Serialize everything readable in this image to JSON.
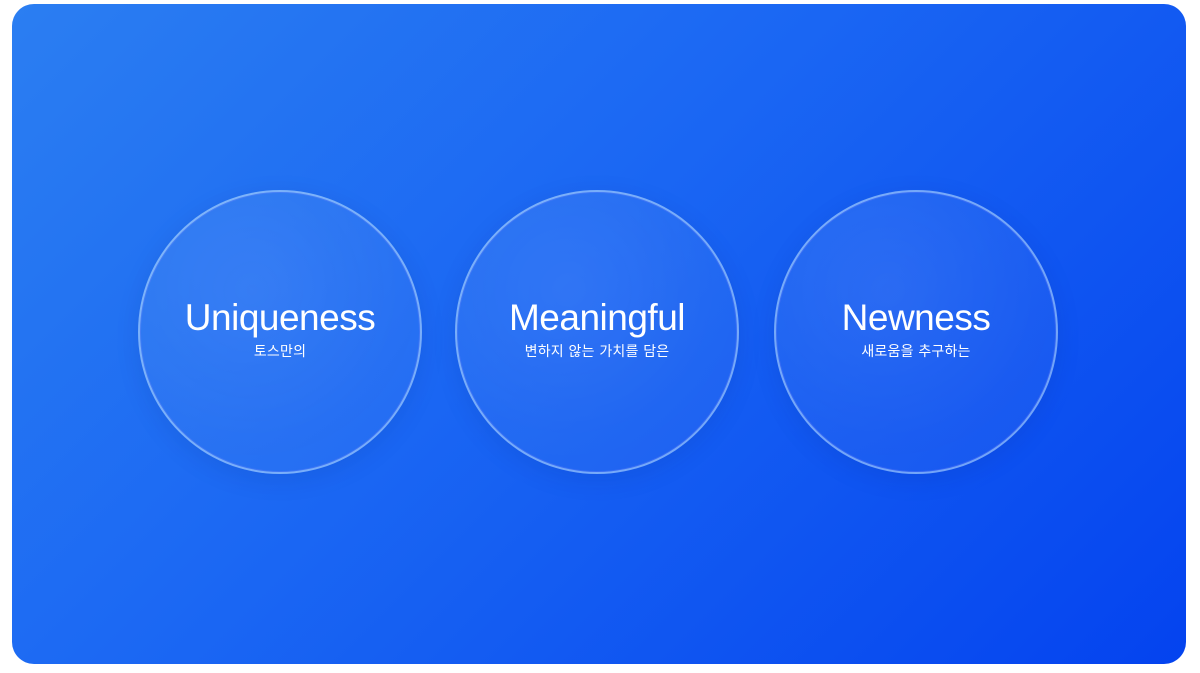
{
  "circles": [
    {
      "title": "Uniqueness",
      "subtitle": "토스만의"
    },
    {
      "title": "Meaningful",
      "subtitle": "변하지 않는 가치를 담은"
    },
    {
      "title": "Newness",
      "subtitle": "새로움을 추구하는"
    }
  ],
  "colors": {
    "background_start": "#2b7ef2",
    "background_end": "#0443ef",
    "text": "#ffffff"
  }
}
